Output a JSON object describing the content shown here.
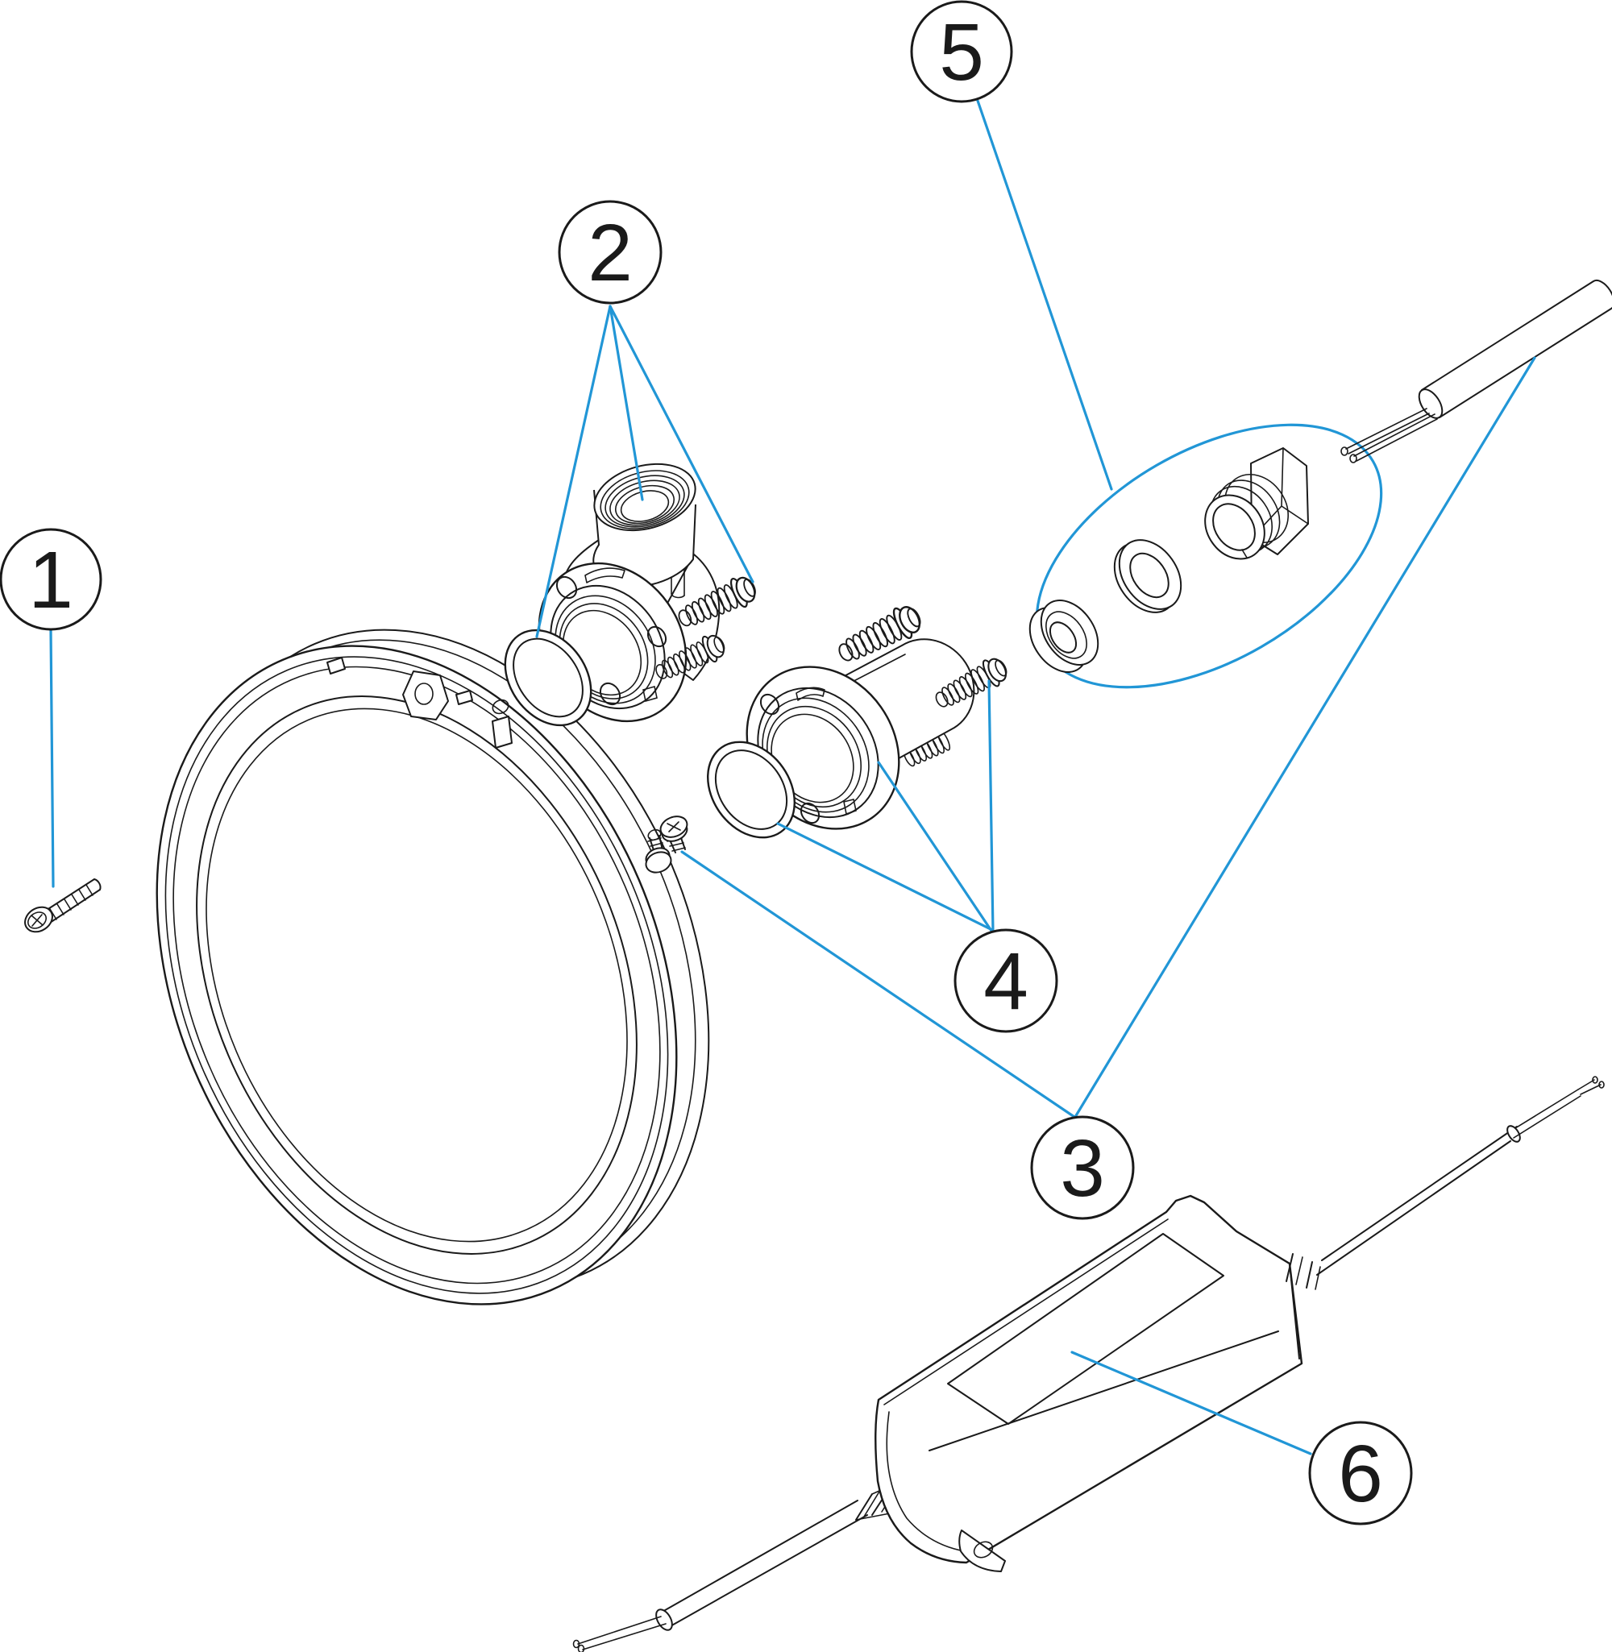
{
  "diagram": {
    "kind": "exploded-parts-diagram",
    "background": "#ffffff",
    "colors": {
      "line": "#1a1a1a",
      "accent": "#2196d6"
    },
    "callouts": [
      {
        "label": "1"
      },
      {
        "label": "2"
      },
      {
        "label": "3"
      },
      {
        "label": "4"
      },
      {
        "label": "5"
      },
      {
        "label": "6"
      }
    ]
  }
}
